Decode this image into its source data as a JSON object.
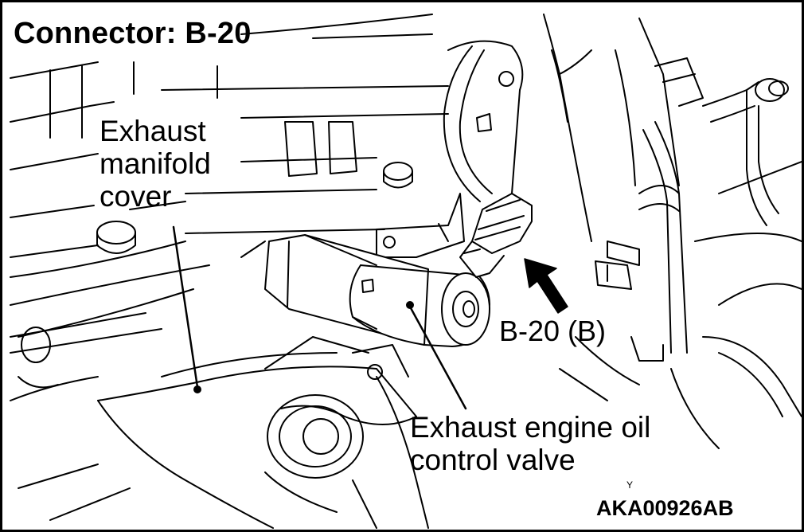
{
  "title": "Connector: B-20",
  "labels": {
    "manifold_cover": [
      "Exhaust",
      "manifold",
      "cover"
    ],
    "connector_b20b": "B-20 (B)",
    "oil_control_valve": [
      "Exhaust engine oil",
      "control valve"
    ]
  },
  "figure_code": "AKA00926AB",
  "corner_mark": "Y",
  "colors": {
    "ink": "#000000",
    "paper": "#ffffff",
    "frame": "#000000"
  }
}
